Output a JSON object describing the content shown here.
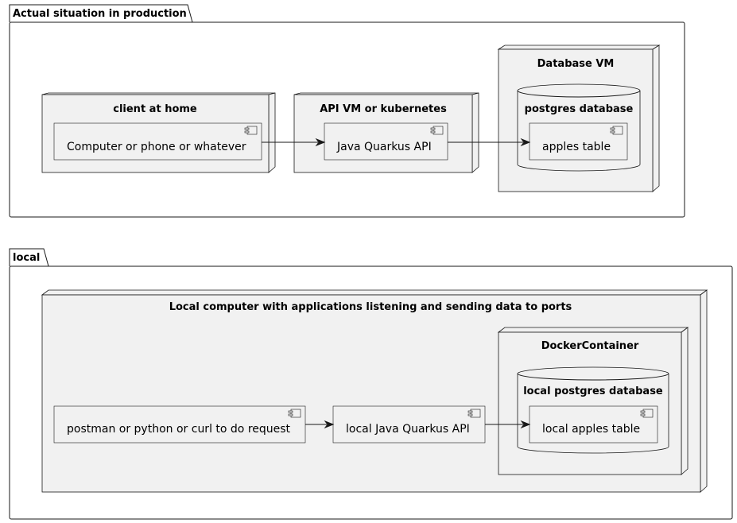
{
  "packages": {
    "production": {
      "label": "Actual situation in production"
    },
    "local": {
      "label": "local"
    }
  },
  "nodes": {
    "client_home": {
      "title": "client at home"
    },
    "api_vm": {
      "title": "API VM or kubernetes"
    },
    "database_vm": {
      "title": "Database VM"
    },
    "local_computer": {
      "title": "Local computer with applications listening and sending data to ports"
    },
    "docker_container": {
      "title": "DockerContainer"
    }
  },
  "databases": {
    "postgres": {
      "title": "postgres database"
    },
    "local_postgres": {
      "title": "local postgres database"
    }
  },
  "components": {
    "computer_phone": {
      "label": "Computer or phone or whatever"
    },
    "java_quarkus_api": {
      "label": "Java Quarkus API"
    },
    "apples_table": {
      "label": "apples table"
    },
    "postman_request": {
      "label": "postman or python or curl to do request"
    },
    "local_java_quarkus_api": {
      "label": "local Java Quarkus API"
    },
    "local_apples_table": {
      "label": "local apples table"
    }
  },
  "connections": [
    {
      "from": "Computer or phone or whatever",
      "to": "Java Quarkus API"
    },
    {
      "from": "Java Quarkus API",
      "to": "apples table"
    },
    {
      "from": "postman or python or curl to do request",
      "to": "local Java Quarkus API"
    },
    {
      "from": "local Java Quarkus API",
      "to": "local apples table"
    }
  ],
  "colors": {
    "element_fill": "#f1f1f1",
    "stroke": "#181818",
    "background": "#ffffff"
  }
}
